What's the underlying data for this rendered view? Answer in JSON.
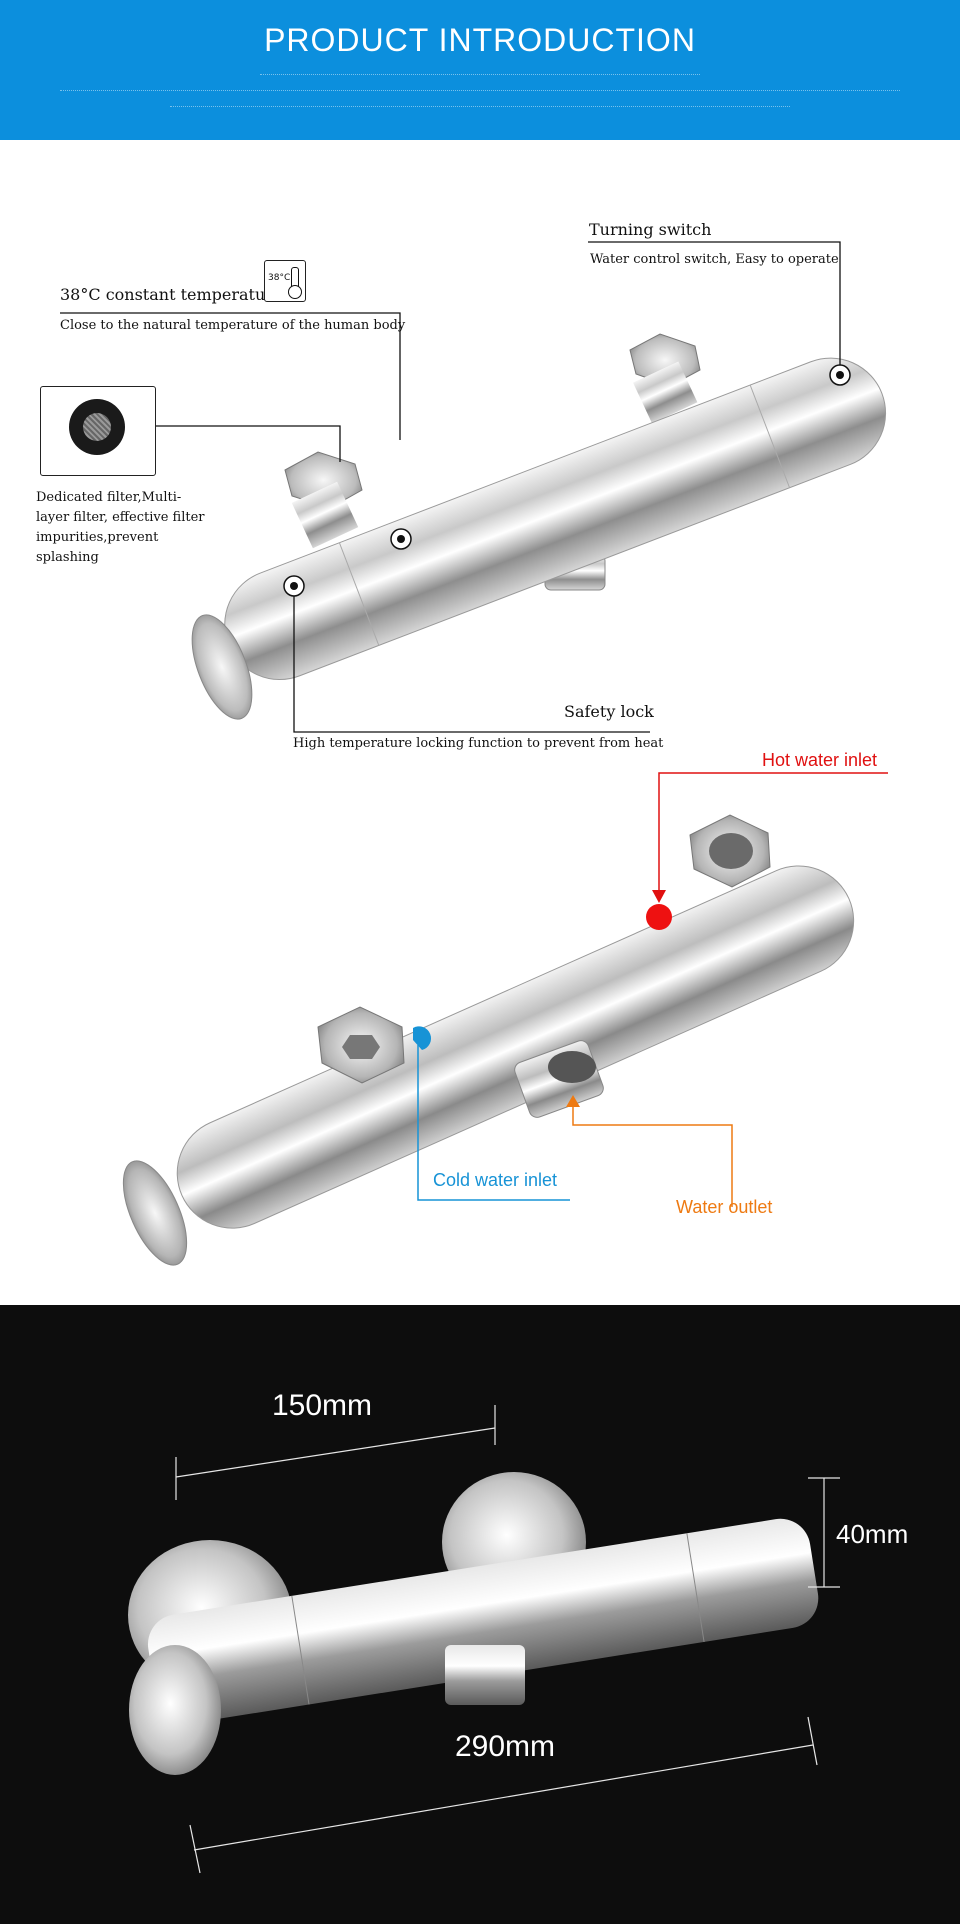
{
  "banner": {
    "title": "PRODUCT INTRODUCTION"
  },
  "features": {
    "turning_switch": {
      "title": "Turning switch",
      "desc": "Water control switch,  Easy to operate"
    },
    "constant_temp": {
      "title": "38°C constant temperature",
      "desc": "Close to the natural temperature of the human body",
      "icon_label": "38°C"
    },
    "filter": {
      "desc": "Dedicated filter,Multi-layer filter, effective filter impurities,prevent splashing"
    },
    "safety_lock": {
      "title": "Safety lock",
      "desc": "High temperature locking function to prevent from heat"
    }
  },
  "connections": {
    "hot_inlet": "Hot water inlet",
    "cold_inlet": "Cold water inlet",
    "outlet": "Water outlet"
  },
  "dimensions": {
    "spacing": "150mm",
    "diameter": "40mm",
    "length": "290mm"
  },
  "colors": {
    "banner": "#0c8fdd",
    "hot": "#e01010",
    "cold": "#1793d6",
    "outlet": "#ee7a12",
    "dark_bg": "#0d0d0d"
  }
}
